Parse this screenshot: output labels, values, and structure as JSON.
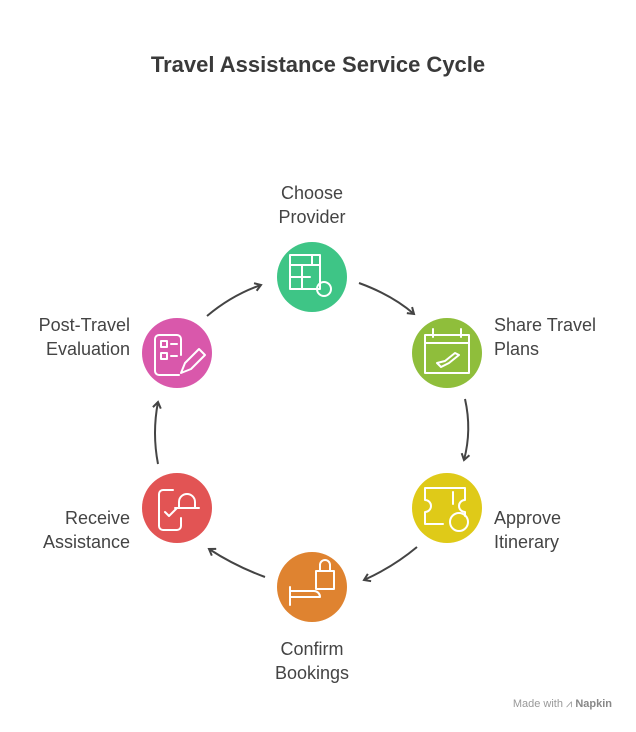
{
  "title": "Travel Assistance Service Cycle",
  "steps": [
    {
      "line1": "Choose",
      "line2": "Provider",
      "color": "#3ec586",
      "icon": "table-search-icon"
    },
    {
      "line1": "Share Travel",
      "line2": "Plans",
      "color": "#8fbe3b",
      "icon": "calendar-plane-icon"
    },
    {
      "line1": "Approve",
      "line2": "Itinerary",
      "color": "#dfca18",
      "icon": "ticket-check-icon"
    },
    {
      "line1": "Confirm",
      "line2": "Bookings",
      "color": "#df8330",
      "icon": "bed-lock-icon"
    },
    {
      "line1": "Receive",
      "line2": "Assistance",
      "color": "#e25454",
      "icon": "phone-bell-icon"
    },
    {
      "line1": "Post-Travel",
      "line2": "Evaluation",
      "color": "#d958ab",
      "icon": "checklist-pencil-icon"
    }
  ],
  "footer": {
    "made_with": "Made with",
    "brand": "Napkin"
  }
}
